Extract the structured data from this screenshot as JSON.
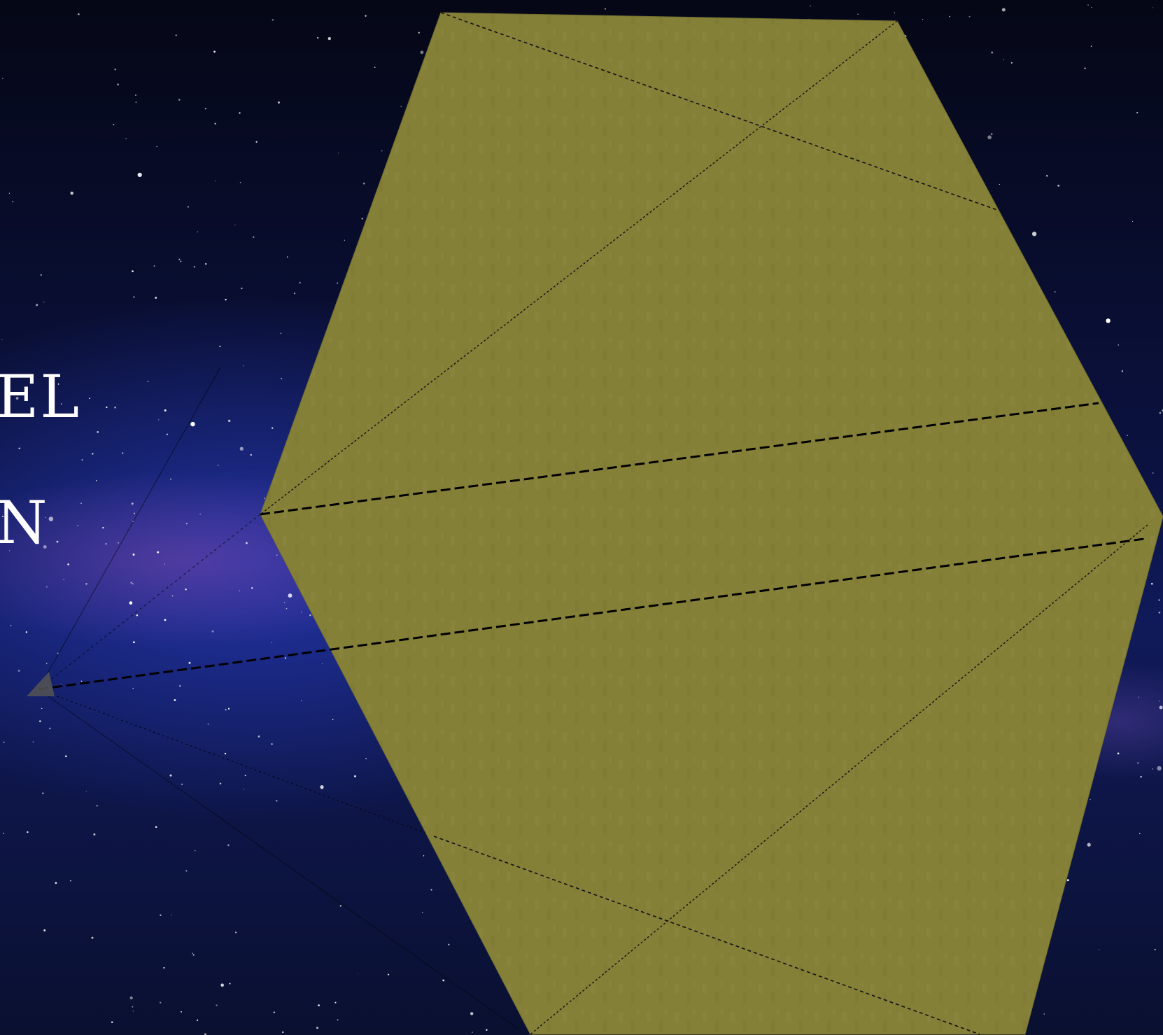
{
  "text_fragments": [
    "EL",
    "N"
  ],
  "colors": {
    "panel_fill": "#848038",
    "background_dark": "#050716",
    "nebula_blue": "#2838be",
    "nebula_purple": "#7846aa",
    "star": "#ffffff",
    "line": "#000000"
  },
  "shapes": {
    "panel": "hexagon",
    "probe_icon": "triangle"
  }
}
